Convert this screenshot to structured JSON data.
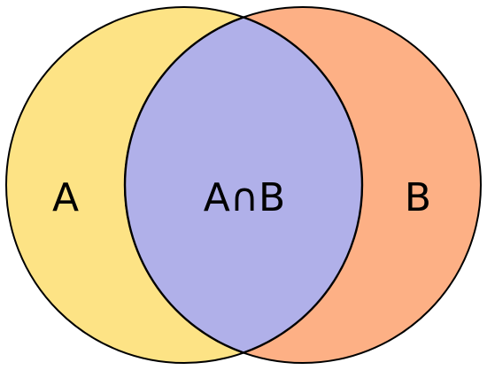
{
  "diagram": {
    "sets": [
      {
        "id": "a",
        "label": "A",
        "color": "#fde385"
      },
      {
        "id": "b",
        "label": "B",
        "color": "#fdb085"
      }
    ],
    "intersection": {
      "label": "A∩B",
      "color": "#b0b0e9"
    },
    "outline_color": "#000000"
  }
}
